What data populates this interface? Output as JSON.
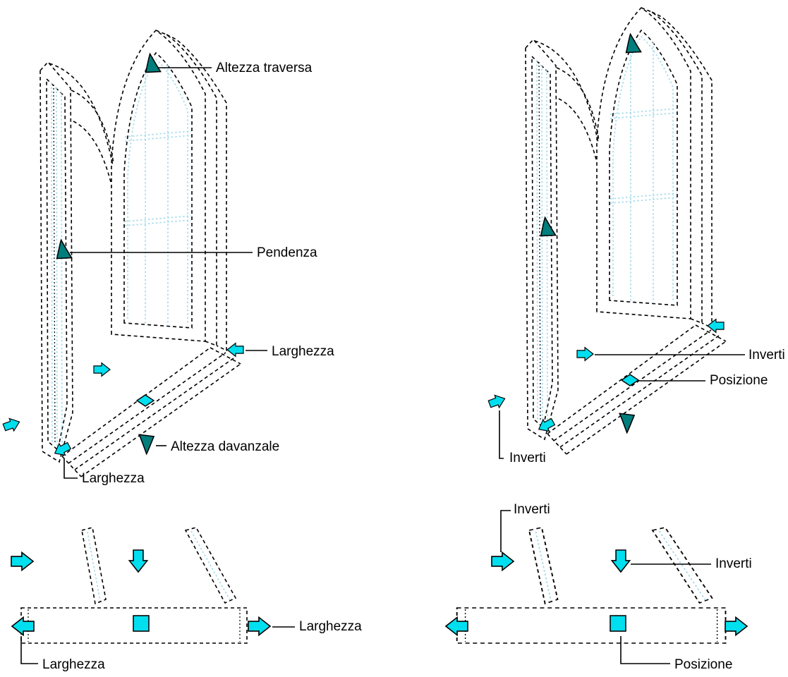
{
  "colors": {
    "background": "#ffffff",
    "outline": "#000000",
    "pale_cyan_line": "#a9dcec",
    "hotspot_cyan": "#00dfef",
    "hotspot_dark_teal": "#007d7d"
  },
  "figures": {
    "window_3d_dimensions": {
      "labels": {
        "altezza_traversa": "Altezza traversa",
        "pendenza": "Pendenza",
        "larghezza": "Larghezza",
        "altezza_davanzale": "Altezza davanzale",
        "larghezza_2": "Larghezza"
      }
    },
    "window_3d_flip": {
      "labels": {
        "inverti": "Inverti",
        "posizione": "Posizione",
        "inverti_2": "Inverti"
      }
    },
    "window_plan_dimensions": {
      "labels": {
        "larghezza": "Larghezza",
        "larghezza_2": "Larghezza"
      }
    },
    "window_plan_flip": {
      "labels": {
        "inverti": "Inverti",
        "inverti_2": "Inverti",
        "posizione": "Posizione"
      }
    }
  }
}
